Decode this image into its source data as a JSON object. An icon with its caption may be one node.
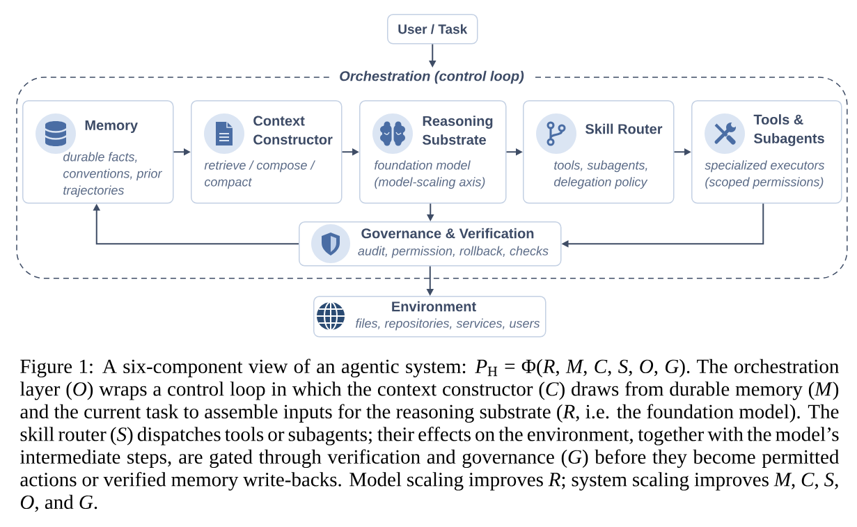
{
  "diagram": {
    "caption": "Figure 1: A six-component view of an agentic system: *P*$_{H}$ = Φ(*R*, *M*, *C*, *S*, *O*, *G*). The orchestration layer (*O*) wraps a control loop in which the context constructor (*C*) draws from durable memory (*M*) and the current task to assemble inputs for the reasoning substrate (*R*, i.e. the foundation model). The skill router (*S*) dispatches tools or subagents; their effects on the environment, together with the model’s intermediate steps, are gated through verification and governance (*G*) before they become permitted actions or verified memory write-backs. Model scaling improves *R*; system scaling improves *M*, *C*, *S*, *O*, and *G*.",
    "nodes": [
      {
        "text": [
          "User / Task"
        ]
      },
      {
        "text": [
          "Orchestration (control loop)"
        ]
      },
      {
        "text": [
          "Memory",
          "durable facts, conventions, prior trajectories"
        ],
        "in": 1
      },
      {
        "text": [
          "Context Constructor",
          "retrieve / compose / compact"
        ],
        "in": 1
      },
      {
        "text": [
          "Reasoning Substrate",
          "foundation model (model-scaling axis)"
        ],
        "in": 1
      },
      {
        "text": [
          "Skill Router",
          "tools, subagents, delegation policy"
        ],
        "in": 1
      },
      {
        "text": [
          "Tools & Subagents",
          "specialized executors (scoped permissions)"
        ],
        "in": 1
      },
      {
        "text": [
          "Governance & Verification",
          "audit, permission, rollback, checks"
        ],
        "in": 1
      },
      {
        "text": [
          "Environment",
          "files, repositories, services, users"
        ]
      }
    ],
    "edges": [
      {
        "from": 0,
        "to": 1,
        "arrow": "to"
      },
      {
        "from": 2,
        "to": 3,
        "arrow": "to"
      },
      {
        "from": 3,
        "to": 4,
        "arrow": "to"
      },
      {
        "from": 4,
        "to": 5,
        "arrow": "to"
      },
      {
        "from": 5,
        "to": 6,
        "arrow": "to"
      },
      {
        "from": 4,
        "to": 7,
        "arrow": "to"
      },
      {
        "from": 6,
        "to": 7,
        "arrow": "to"
      },
      {
        "from": 7,
        "to": 2,
        "arrow": "to"
      },
      {
        "from": 7,
        "to": 8,
        "arrow": "to"
      }
    ]
  }
}
